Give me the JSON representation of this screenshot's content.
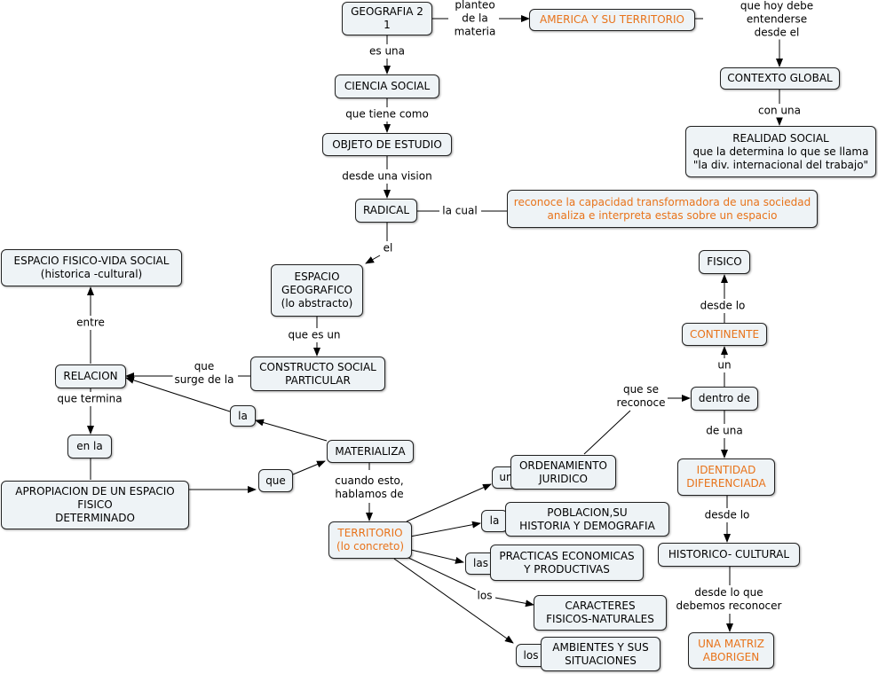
{
  "nodes": {
    "geografia": "GEOGRAFIA 2\n1",
    "america": "AMERICA Y SU TERRITORIO",
    "contexto": "CONTEXTO GLOBAL",
    "realidad": "REALIDAD SOCIAL\nque la determina lo que se llama\n\"la div. internacional del trabajo\"",
    "ciencia": "CIENCIA SOCIAL",
    "objeto": "OBJETO DE ESTUDIO",
    "radical": "RADICAL",
    "reconoce": "reconoce la capacidad transformadora de una sociedad\nanaliza e interpreta estas sobre un espacio",
    "espacio_fisico": "ESPACIO FISICO-VIDA SOCIAL\n(historica -cultural)",
    "espacio_geo": "ESPACIO\nGEOGRAFICO\n(lo abstracto)",
    "constructo": "CONSTRUCTO SOCIAL\nPARTICULAR",
    "relacion": "RELACION",
    "la_box": "la",
    "materializa": "MATERIALIZA",
    "en_la": "en la",
    "apropiacion": "APROPIACION DE  UN ESPACIO\nFISICO\nDETERMINADO",
    "que_box": "que",
    "territorio": "TERRITORIO\n(lo concreto)",
    "un_box": "un",
    "ordenamiento": "ORDENAMIENTO\nJURIDICO",
    "la2_box": "la",
    "poblacion": "POBLACION,SU\nHISTORIA Y  DEMOGRAFIA",
    "las_box": "las",
    "practicas": "PRACTICAS ECONOMICAS\nY PRODUCTIVAS",
    "caracteres": "CARACTERES\nFISICOS-NATURALES",
    "los_box": "los",
    "ambientes": "AMBIENTES Y SUS\nSITUACIONES",
    "fisico": "FISICO",
    "continente": "CONTINENTE",
    "dentro": "dentro de",
    "identidad": "IDENTIDAD\nDIFERENCIADA",
    "historico": "HISTORICO- CULTURAL",
    "matriz": "UNA  MATRIZ\nABORIGEN"
  },
  "labels": {
    "planteo": "planteo\nde la\nmateria",
    "que_hoy": "que  hoy debe entenderse\ndesde el",
    "con_una": "con una",
    "es_una": "es una",
    "que_tiene": "que tiene como",
    "desde_vision": "desde una vision",
    "la_cual": "la cual",
    "el": "el",
    "entre": "entre",
    "que_es_un": "que es un",
    "que_surge": "que\nsurge de la",
    "que_termina": "que termina",
    "cuando": "cuando esto,\nhablamos de",
    "los_lbl": "los",
    "que_se_reconoce": "que se\nreconoce",
    "un_lbl": "un",
    "desde_lo": "desde lo",
    "de_una": "de una",
    "desde_lo2": "desde lo",
    "desde_lo_que": "desde lo que\ndebemos reconocer"
  },
  "colors": {
    "node_fill": "#eef3f6",
    "node_border": "#222222",
    "highlight_text": "#e8731a",
    "line": "#000000"
  }
}
